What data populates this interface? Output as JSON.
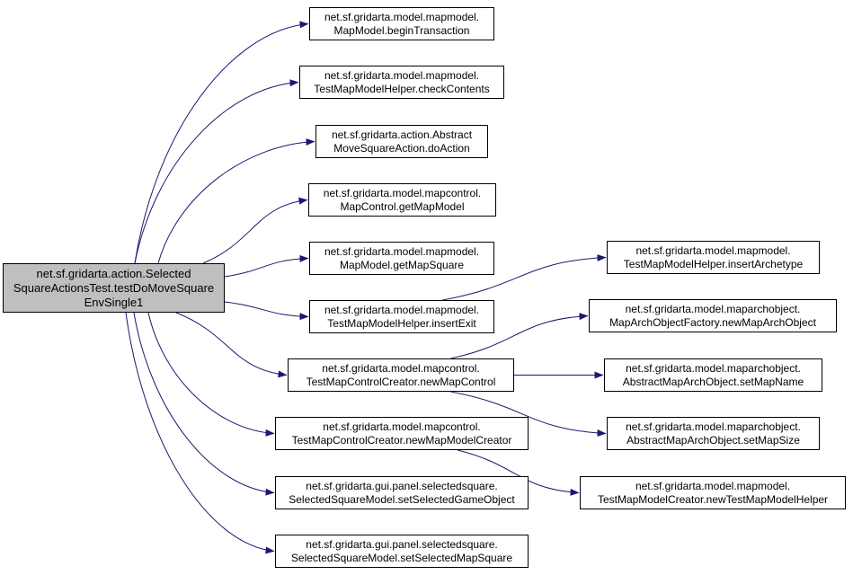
{
  "colors": {
    "edge": "#191970",
    "root_fill": "#bfbfbf",
    "node_fill": "#ffffff",
    "border": "#000000"
  },
  "nodes": [
    {
      "id": "root",
      "lines": [
        "net.sf.gridarta.action.Selected",
        "SquareActionsTest.testDoMoveSquare",
        "EnvSingle1"
      ]
    },
    {
      "id": "begin-transaction",
      "lines": [
        "net.sf.gridarta.model.mapmodel.",
        "MapModel.beginTransaction"
      ]
    },
    {
      "id": "check-contents",
      "lines": [
        "net.sf.gridarta.model.mapmodel.",
        "TestMapModelHelper.checkContents"
      ]
    },
    {
      "id": "do-action",
      "lines": [
        "net.sf.gridarta.action.Abstract",
        "MoveSquareAction.doAction"
      ]
    },
    {
      "id": "get-map-model",
      "lines": [
        "net.sf.gridarta.model.mapcontrol.",
        "MapControl.getMapModel"
      ]
    },
    {
      "id": "get-map-square",
      "lines": [
        "net.sf.gridarta.model.mapmodel.",
        "MapModel.getMapSquare"
      ]
    },
    {
      "id": "insert-exit",
      "lines": [
        "net.sf.gridarta.model.mapmodel.",
        "TestMapModelHelper.insertExit"
      ]
    },
    {
      "id": "new-map-control",
      "lines": [
        "net.sf.gridarta.model.mapcontrol.",
        "TestMapControlCreator.newMapControl"
      ]
    },
    {
      "id": "new-map-model-creator",
      "lines": [
        "net.sf.gridarta.model.mapcontrol.",
        "TestMapControlCreator.newMapModelCreator"
      ]
    },
    {
      "id": "set-selected-game-object",
      "lines": [
        "net.sf.gridarta.gui.panel.selectedsquare.",
        "SelectedSquareModel.setSelectedGameObject"
      ]
    },
    {
      "id": "set-selected-map-square",
      "lines": [
        "net.sf.gridarta.gui.panel.selectedsquare.",
        "SelectedSquareModel.setSelectedMapSquare"
      ]
    },
    {
      "id": "insert-archetype",
      "lines": [
        "net.sf.gridarta.model.mapmodel.",
        "TestMapModelHelper.insertArchetype"
      ]
    },
    {
      "id": "new-map-arch-object",
      "lines": [
        "net.sf.gridarta.model.maparchobject.",
        "MapArchObjectFactory.newMapArchObject"
      ]
    },
    {
      "id": "set-map-name",
      "lines": [
        "net.sf.gridarta.model.maparchobject.",
        "AbstractMapArchObject.setMapName"
      ]
    },
    {
      "id": "set-map-size",
      "lines": [
        "net.sf.gridarta.model.maparchobject.",
        "AbstractMapArchObject.setMapSize"
      ]
    },
    {
      "id": "new-test-map-model-helper",
      "lines": [
        "net.sf.gridarta.model.mapmodel.",
        "TestMapModelCreator.newTestMapModelHelper"
      ]
    }
  ],
  "edges": [
    {
      "from": "root",
      "to": "begin-transaction"
    },
    {
      "from": "root",
      "to": "check-contents"
    },
    {
      "from": "root",
      "to": "do-action"
    },
    {
      "from": "root",
      "to": "get-map-model"
    },
    {
      "from": "root",
      "to": "get-map-square"
    },
    {
      "from": "root",
      "to": "insert-exit"
    },
    {
      "from": "root",
      "to": "new-map-control"
    },
    {
      "from": "root",
      "to": "new-map-model-creator"
    },
    {
      "from": "root",
      "to": "set-selected-game-object"
    },
    {
      "from": "root",
      "to": "set-selected-map-square"
    },
    {
      "from": "insert-exit",
      "to": "insert-archetype"
    },
    {
      "from": "new-map-control",
      "to": "new-map-arch-object"
    },
    {
      "from": "new-map-control",
      "to": "set-map-name"
    },
    {
      "from": "new-map-control",
      "to": "set-map-size"
    },
    {
      "from": "new-map-model-creator",
      "to": "new-test-map-model-helper"
    }
  ]
}
